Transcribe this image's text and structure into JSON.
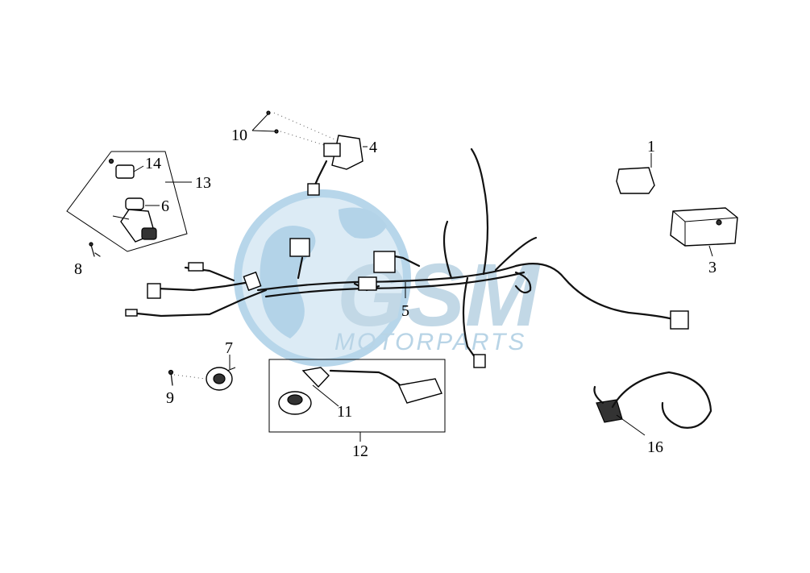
{
  "watermark": {
    "logo_text": "GSM",
    "brand_text": "MOTORPARTS",
    "colors": {
      "globe": "#a9cde6",
      "land": "#d8e9f4",
      "text": "#b8d4e6"
    }
  },
  "callouts": {
    "c1": "1",
    "c3": "3",
    "c4": "4",
    "c5": "5",
    "c6": "6",
    "c7": "7",
    "c8": "8",
    "c9": "9",
    "c10": "10",
    "c11": "11",
    "c12": "12",
    "c13": "13",
    "c14": "14",
    "c16": "16"
  }
}
